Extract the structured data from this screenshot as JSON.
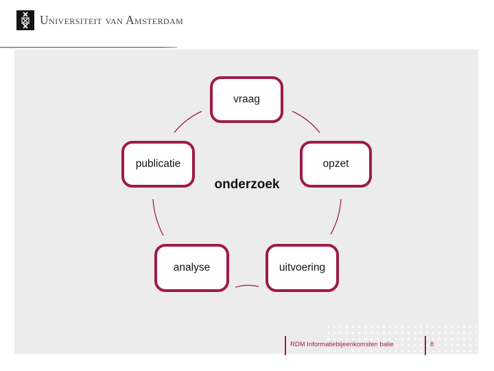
{
  "header": {
    "university": "Universiteit van Amsterdam",
    "logo_icon": "uva-three-crosses-logo"
  },
  "diagram": {
    "center_label": "onderzoek",
    "nodes": [
      {
        "id": "vraag",
        "label": "vraag"
      },
      {
        "id": "opzet",
        "label": "opzet"
      },
      {
        "id": "uitvoering",
        "label": "uitvoering"
      },
      {
        "id": "analyse",
        "label": "analyse"
      },
      {
        "id": "publicatie",
        "label": "publicatie"
      }
    ],
    "cycle_order": [
      "vraag",
      "opzet",
      "uitvoering",
      "analyse",
      "publicatie"
    ]
  },
  "footer": {
    "text": "RDM Informatiebijeenkomsten balie",
    "page_number": "8"
  },
  "colors": {
    "accent_red": "#9e1b42",
    "slide_background": "#ececec",
    "page_background": "#ffffff",
    "header_text": "#3d3d3d"
  }
}
